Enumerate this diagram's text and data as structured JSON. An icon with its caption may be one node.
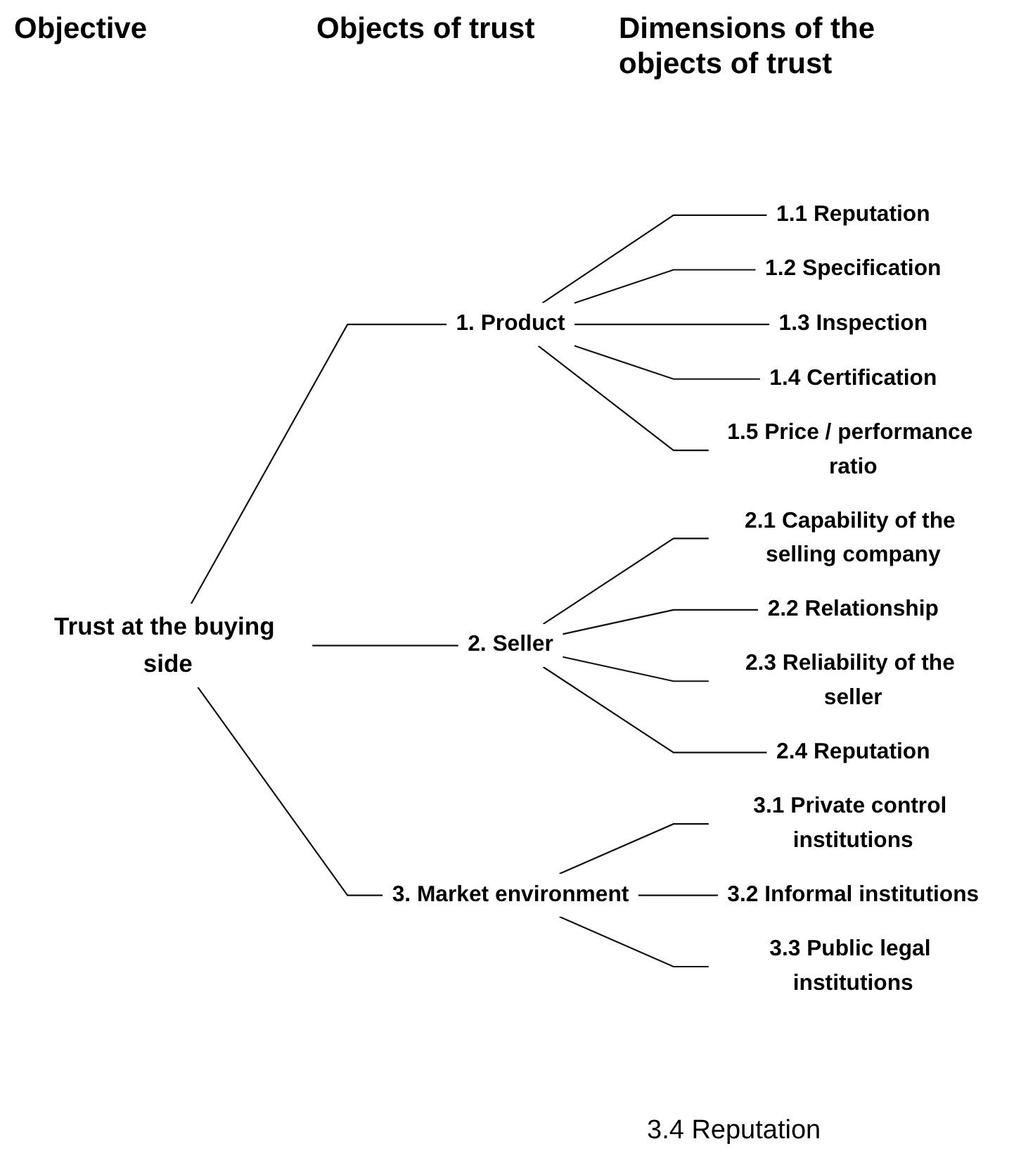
{
  "diagram": {
    "nodes": [
      {
        "text": [
          "Trust at the buying side"
        ]
      },
      {
        "text": [
          "1. Product"
        ]
      },
      {
        "text": [
          "2. Seller"
        ]
      },
      {
        "text": [
          "3. Market environment"
        ]
      },
      {
        "text": [
          "1.1 Reputation"
        ]
      },
      {
        "text": [
          "1.2 Specification"
        ]
      },
      {
        "text": [
          "1.3 Inspection"
        ]
      },
      {
        "text": [
          "1.4 Certification"
        ]
      },
      {
        "text": [
          "1.5 Price / performance ratio"
        ]
      },
      {
        "text": [
          "2.1 Capability of the selling company"
        ]
      },
      {
        "text": [
          "2.2 Relationship"
        ]
      },
      {
        "text": [
          "2.3 Reliability of the seller"
        ]
      },
      {
        "text": [
          "2.4 Reputation"
        ]
      },
      {
        "text": [
          "3.1 Private control institutions"
        ]
      },
      {
        "text": [
          "3.2 Informal institutions"
        ]
      },
      {
        "text": [
          "3.3 Public legal institutions"
        ]
      }
    ],
    "edges": [
      {
        "from": 0,
        "to": 1,
        "arrow": "none"
      },
      {
        "from": 0,
        "to": 2,
        "arrow": "none"
      },
      {
        "from": 0,
        "to": 3,
        "arrow": "none"
      },
      {
        "from": 1,
        "to": 4,
        "arrow": "none"
      },
      {
        "from": 1,
        "to": 5,
        "arrow": "none"
      },
      {
        "from": 1,
        "to": 6,
        "arrow": "none"
      },
      {
        "from": 1,
        "to": 7,
        "arrow": "none"
      },
      {
        "from": 1,
        "to": 8,
        "arrow": "none"
      },
      {
        "from": 2,
        "to": 9,
        "arrow": "none"
      },
      {
        "from": 2,
        "to": 10,
        "arrow": "none"
      },
      {
        "from": 2,
        "to": 11,
        "arrow": "none"
      },
      {
        "from": 2,
        "to": 12,
        "arrow": "none"
      },
      {
        "from": 3,
        "to": 13,
        "arrow": "none"
      },
      {
        "from": 3,
        "to": 14,
        "arrow": "none"
      },
      {
        "from": 3,
        "to": 15,
        "arrow": "none"
      }
    ],
    "labels": [
      "Objective",
      "Objects of trust",
      "Dimensions of the objects of trust",
      "3.4 Reputation"
    ]
  }
}
